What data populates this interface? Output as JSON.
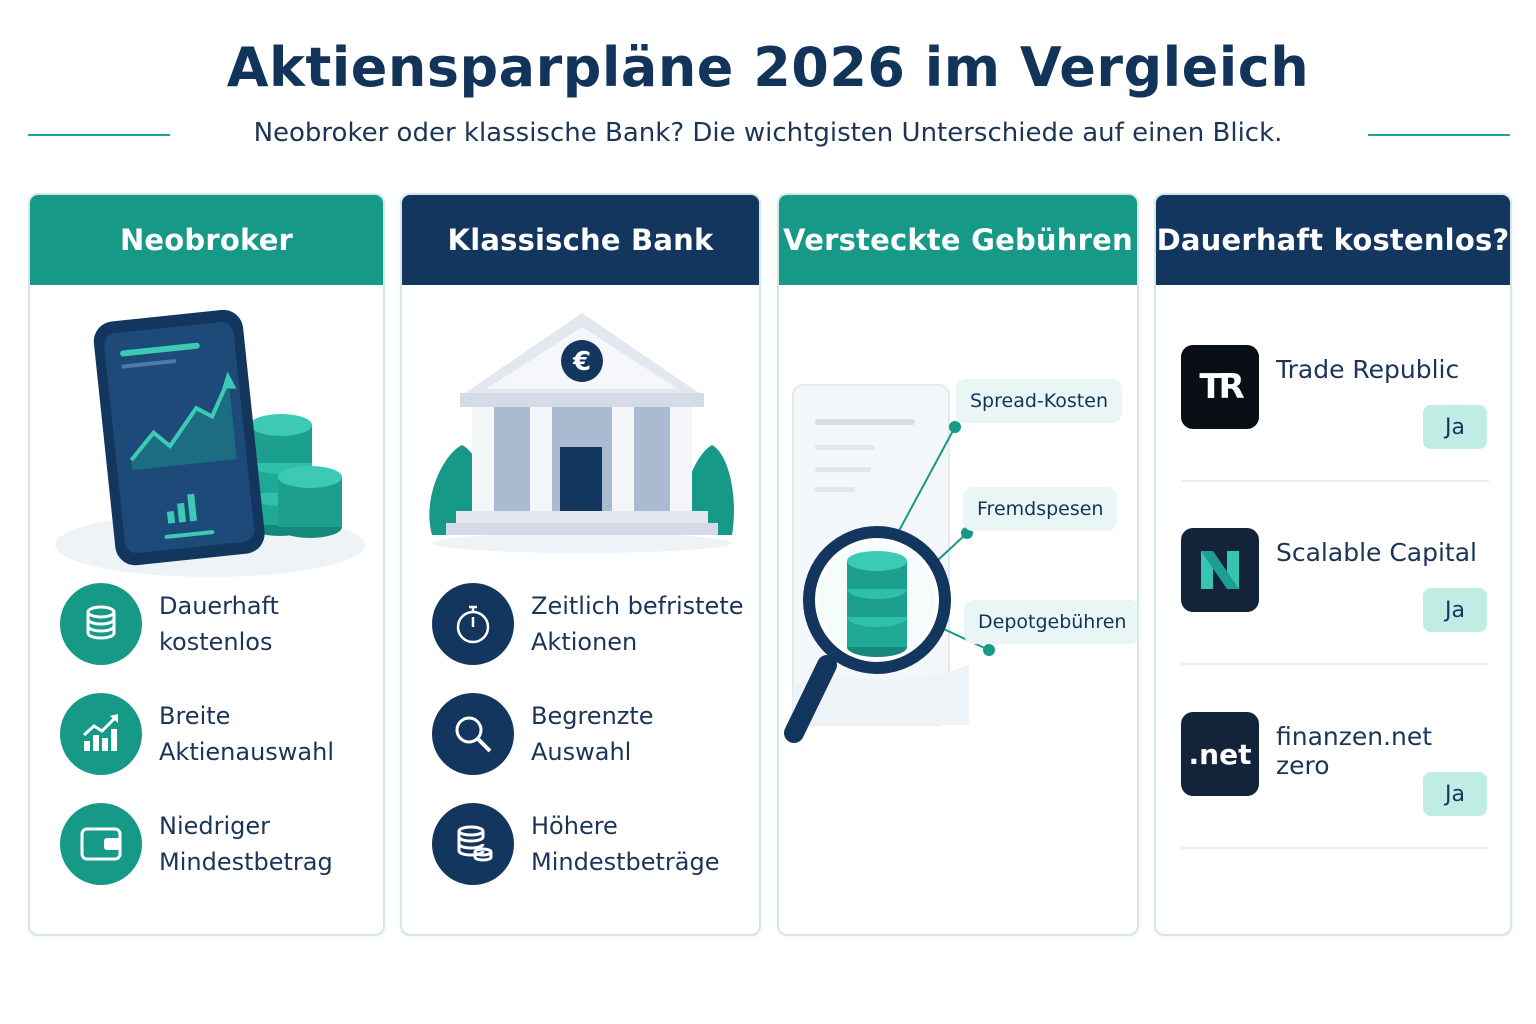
{
  "header": {
    "title": "Aktiensparpläne 2026 im Vergleich",
    "subtitle": "Neobroker oder klassische Bank? Die wichtgisten Unterschiede auf einen Blick."
  },
  "colors": {
    "teal": "#179988",
    "navy": "#13365e",
    "badge": "#bfece3",
    "tag": "#eaf6f5"
  },
  "neobroker": {
    "title": "Neobroker",
    "illustration": "smartphone-chart-coins",
    "features": [
      {
        "icon": "coins-icon",
        "line1": "Dauerhaft",
        "line2": "kostenlos"
      },
      {
        "icon": "growth-chart-icon",
        "line1": "Breite",
        "line2": "Aktienauswahl"
      },
      {
        "icon": "wallet-icon",
        "line1": "Niedriger",
        "line2": "Mindestbetrag"
      }
    ]
  },
  "bank": {
    "title": "Klassische Bank",
    "illustration": "bank-building",
    "euro_symbol": "€",
    "features": [
      {
        "icon": "stopwatch-icon",
        "line1": "Zeitlich befristete",
        "line2": "Aktionen"
      },
      {
        "icon": "magnifier-icon",
        "line1": "Begrenzte",
        "line2": "Auswahl"
      },
      {
        "icon": "coins-icon",
        "line1": "Höhere",
        "line2": "Mindestbeträge"
      }
    ]
  },
  "fees": {
    "title": "Versteckte Gebühren",
    "illustration": "magnifying-glass-document",
    "tags": [
      "Spread-Kosten",
      "Fremdspesen",
      "Depotgebühren"
    ]
  },
  "free": {
    "title": "Dauerhaft kostenlos?",
    "providers": [
      {
        "name": "Trade Republic",
        "logo_text": "TR",
        "answer": "Ja"
      },
      {
        "name": "Scalable Capital",
        "logo_text": "",
        "answer": "Ja"
      },
      {
        "name": "finanzen.net zero",
        "logo_text": ".net",
        "answer": "Ja"
      }
    ]
  }
}
